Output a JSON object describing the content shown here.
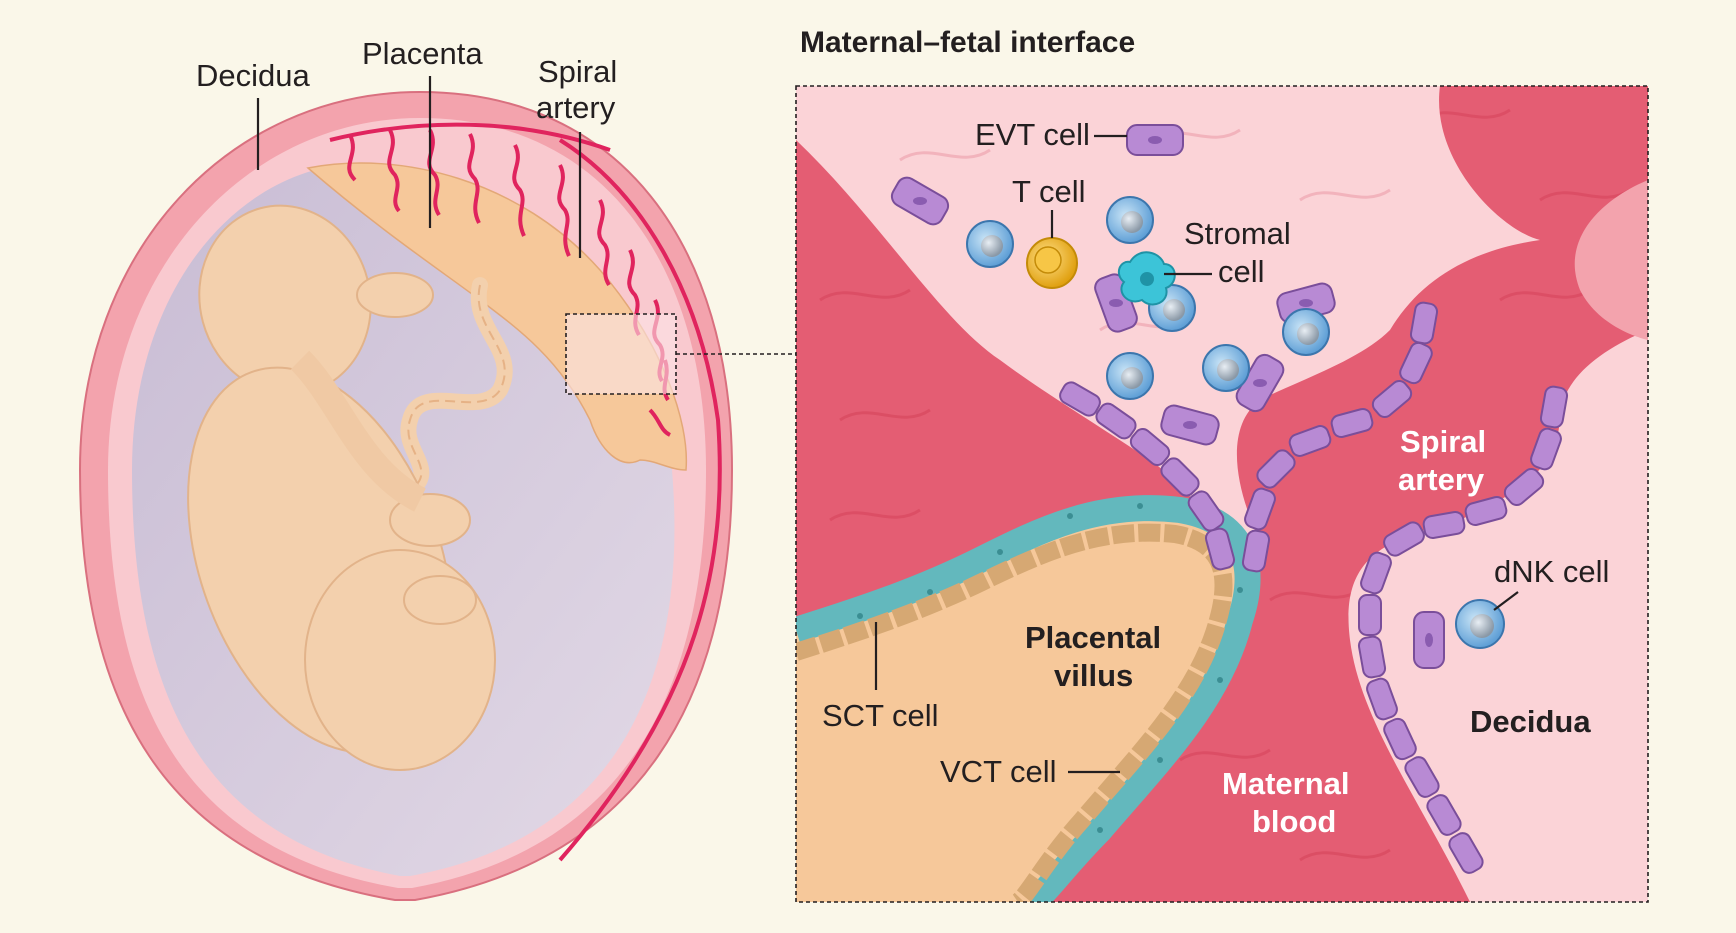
{
  "figure": {
    "title": "Maternal–fetal interface",
    "overview_labels": {
      "decidua": "Decidua",
      "placenta": "Placenta",
      "spiral_artery": [
        "Spiral",
        "artery"
      ]
    },
    "detail_labels": {
      "evt_cell": "EVT cell",
      "t_cell": "T cell",
      "stromal_cell": [
        "Stromal",
        "cell"
      ],
      "spiral_artery": [
        "Spiral",
        "artery"
      ],
      "dnk_cell": "dNK cell",
      "placental_villus": [
        "Placental",
        "villus"
      ],
      "decidua": "Decidua",
      "sct_cell": "SCT cell",
      "vct_cell": "VCT cell",
      "maternal_blood": [
        "Maternal",
        "blood"
      ]
    }
  },
  "colors": {
    "background": "#faf7e9",
    "uterus_outer": "#f3a3ad",
    "decidua": "#f9c9cf",
    "amniotic_cavity": "#d3c6da",
    "placenta": "#f6c89a",
    "fetus": "#f3d0ad",
    "spiral_artery_vessel": "#e0245e",
    "maternal_blood": "#e45d73",
    "decidua_tissue": "#fbd3d7",
    "evt_cell": "#b88ad4",
    "t_cell": "#f0b429",
    "stromal_cell": "#3cc4d8",
    "dnk_cell": "#6ea8dc",
    "sct_layer": "#63b8bd",
    "vct_layer": "#d6a873"
  }
}
